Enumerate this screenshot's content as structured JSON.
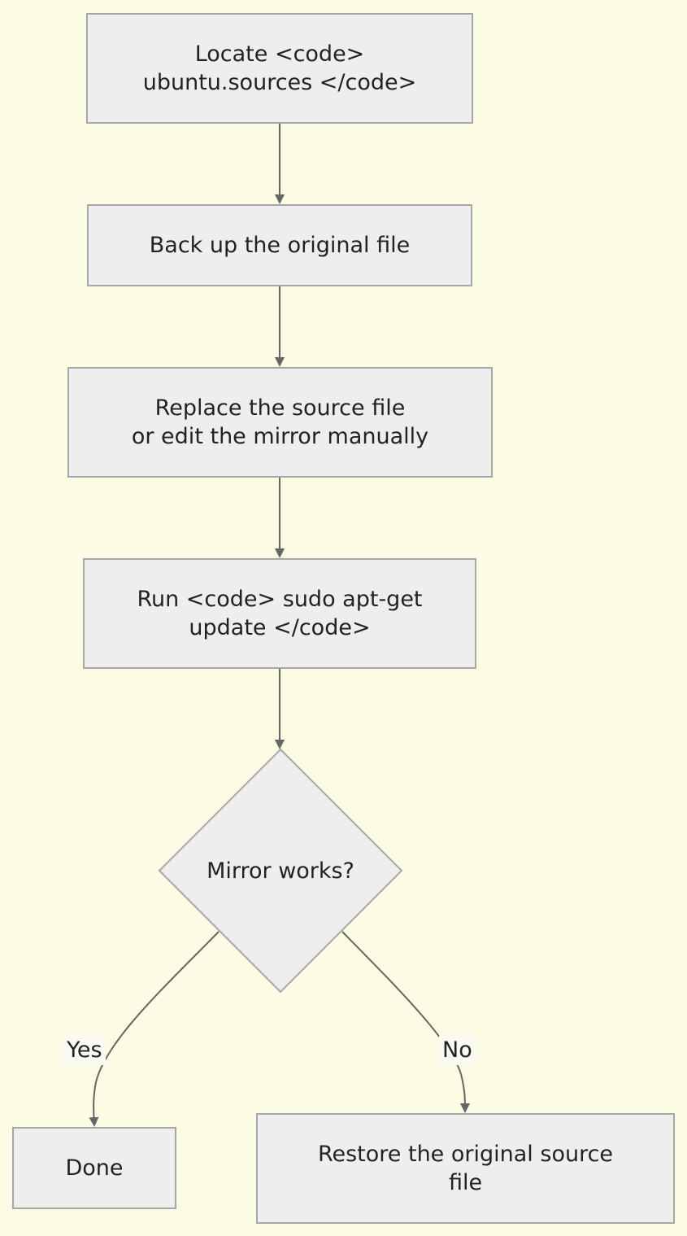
{
  "nodes": {
    "locate": "Locate <code>\nubuntu.sources </code>",
    "backup": "Back up the original file",
    "replace": "Replace the source file\nor edit the mirror manually",
    "run_update": "Run <code> sudo apt-get\nupdate </code>",
    "decision": "Mirror works?",
    "done": "Done",
    "restore": "Restore the original source\nfile"
  },
  "edge_labels": {
    "yes": "Yes",
    "no": "No"
  },
  "colors": {
    "background": "#fcfbe3",
    "node_fill": "#eeeeee",
    "node_border": "#a7a7a7",
    "edge": "#666666"
  }
}
